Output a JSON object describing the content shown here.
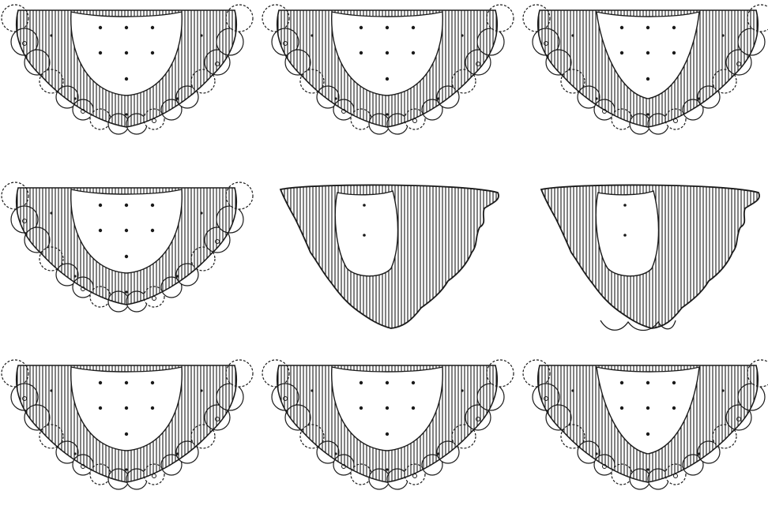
{
  "figure": {
    "layout": "grid-3x3",
    "background": "#ffffff",
    "ink": "#1a1a1a",
    "panels": [
      {
        "row": 1,
        "col": 1,
        "type": "arch-with-teeth",
        "inner": "u"
      },
      {
        "row": 1,
        "col": 2,
        "type": "arch-with-teeth",
        "inner": "u"
      },
      {
        "row": 1,
        "col": 3,
        "type": "arch-with-teeth",
        "inner": "v"
      },
      {
        "row": 2,
        "col": 1,
        "type": "arch-with-teeth",
        "inner": "u"
      },
      {
        "row": 2,
        "col": 2,
        "type": "arch-toothless",
        "inner": "oval"
      },
      {
        "row": 2,
        "col": 3,
        "type": "arch-toothless",
        "inner": "oval"
      },
      {
        "row": 3,
        "col": 1,
        "type": "arch-with-teeth",
        "inner": "u"
      },
      {
        "row": 3,
        "col": 2,
        "type": "arch-with-teeth",
        "inner": "u"
      },
      {
        "row": 3,
        "col": 3,
        "type": "arch-with-teeth",
        "inner": "v"
      }
    ]
  }
}
